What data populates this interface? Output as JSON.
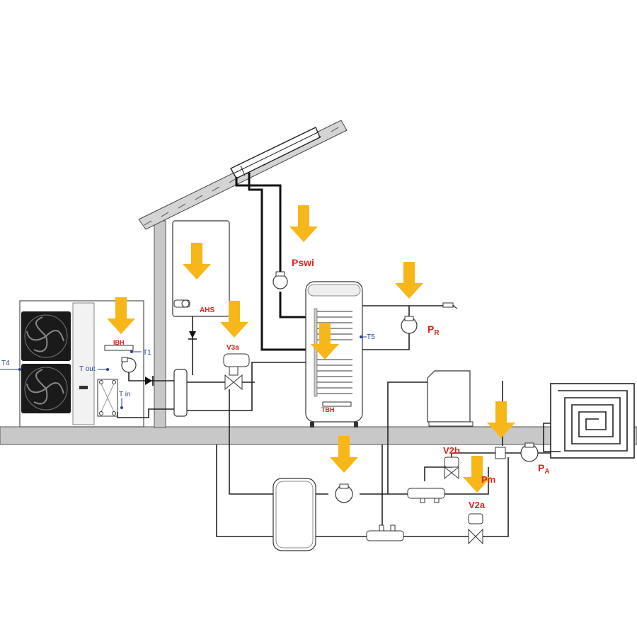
{
  "labels": {
    "ahs": "AHS",
    "ibh": "IBH",
    "t1": "T1",
    "t4": "T4",
    "tout": "T out",
    "tin": "T in",
    "v3a": "V3a",
    "pswi": "Pswi",
    "t5": "T5",
    "tbh": "TBH",
    "pr_main": "P",
    "pr_sub": "R",
    "v2b": "V2b",
    "pm": "Pm",
    "v2a": "V2a",
    "pa_main": "P",
    "pa_sub": "A"
  },
  "colors": {
    "arrow": "#f7b718",
    "label_red": "#d7261e",
    "label_blue": "#2a3f9a",
    "ground": "#c8c8c8"
  }
}
